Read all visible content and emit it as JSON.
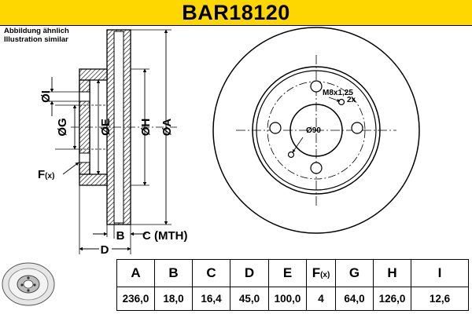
{
  "header": {
    "part_number": "BAR18120",
    "background": "#ffd700"
  },
  "note": {
    "line_de": "Abbildung ähnlich",
    "line_en": "Illustration similar"
  },
  "cross_section": {
    "label_i": "ØI",
    "label_g": "ØG",
    "label_e": "ØE",
    "label_h": "ØH",
    "label_a": "ØA",
    "label_f": "F",
    "label_f_sub": "(x)",
    "label_b": "B",
    "label_c": "C (MTH)",
    "label_d": "D"
  },
  "front_view": {
    "thread_label": "M8x1,25",
    "thread_count": "2x",
    "center_label": "Ø90"
  },
  "specs": {
    "headers": [
      "A",
      "B",
      "C",
      "D",
      "E",
      "F",
      "G",
      "H",
      "I"
    ],
    "f_sub": "(x)",
    "values": [
      "236,0",
      "18,0",
      "16,4",
      "45,0",
      "100,0",
      "4",
      "64,0",
      "126,0",
      "12,6"
    ]
  },
  "icons": {
    "thumbnail": "brake-disc-thumbnail-icon",
    "hatch": "hatch-pattern"
  }
}
